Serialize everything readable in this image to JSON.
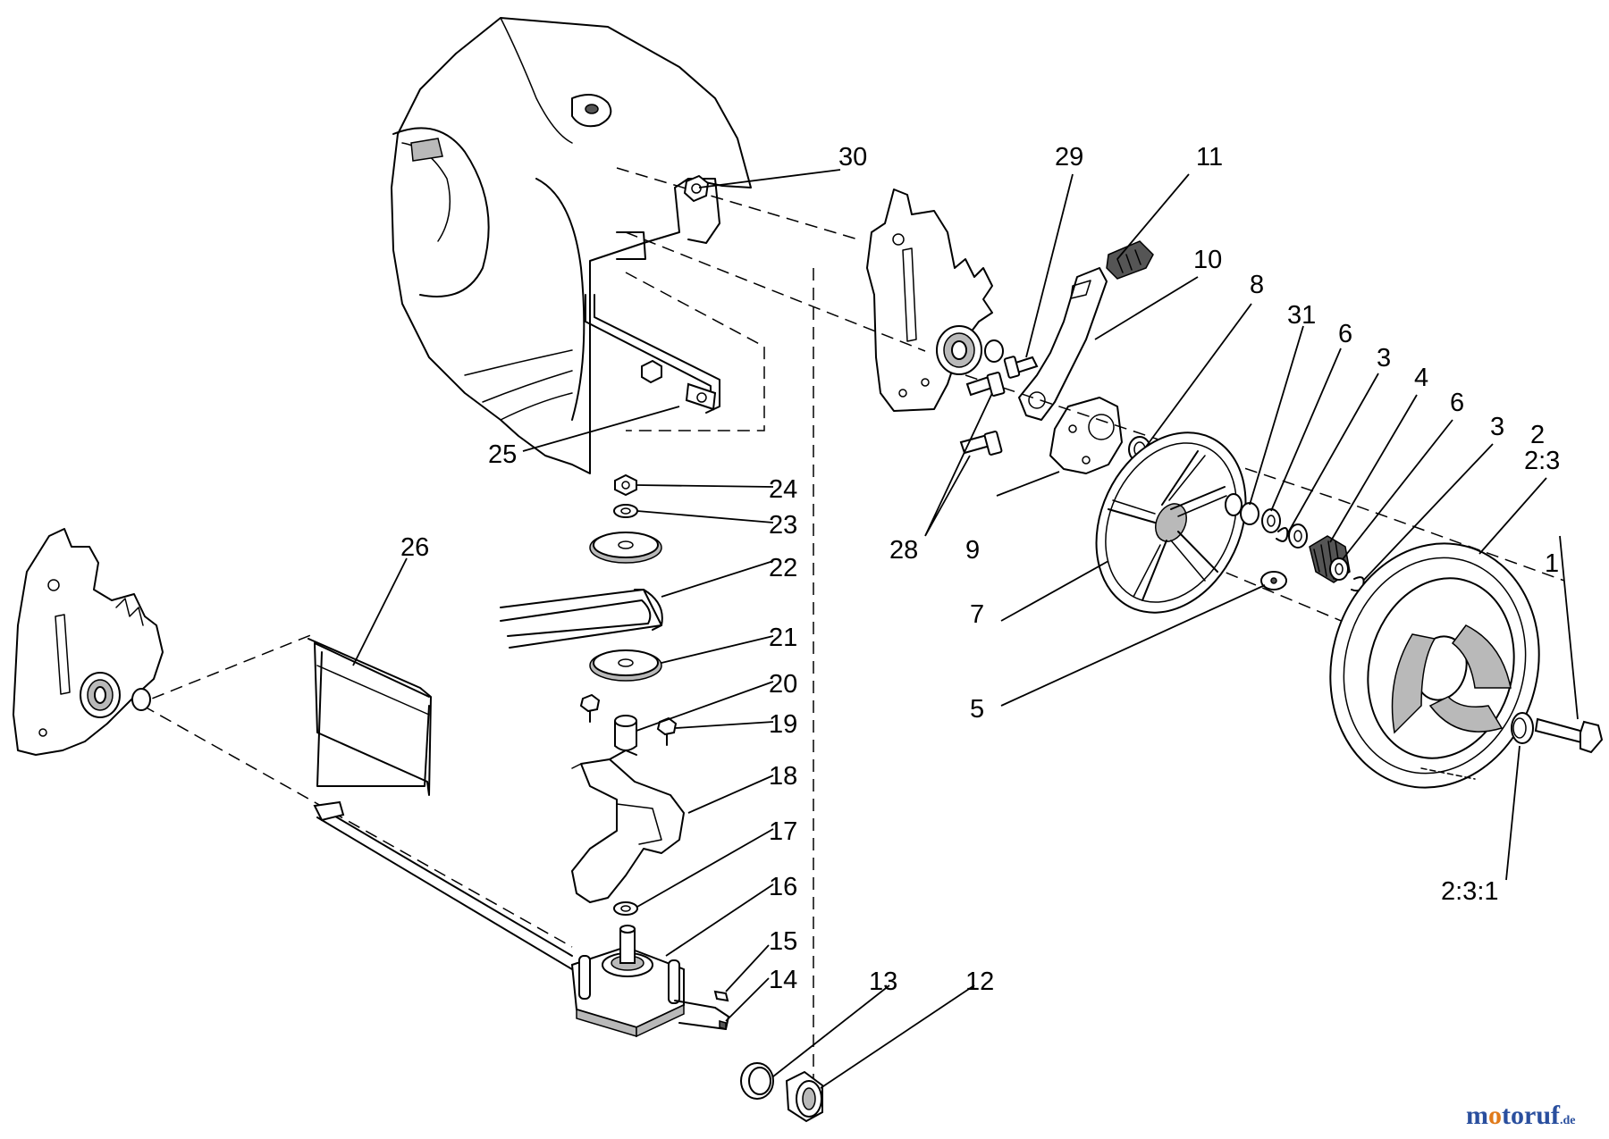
{
  "callouts": [
    {
      "id": "c1",
      "text": "1"
    },
    {
      "id": "c2",
      "text": "2"
    },
    {
      "id": "c2_3",
      "text": "2:3"
    },
    {
      "id": "c2_3_1",
      "text": "2:3:1"
    },
    {
      "id": "c3a",
      "text": "3"
    },
    {
      "id": "c3b",
      "text": "3"
    },
    {
      "id": "c4",
      "text": "4"
    },
    {
      "id": "c5",
      "text": "5"
    },
    {
      "id": "c6a",
      "text": "6"
    },
    {
      "id": "c6b",
      "text": "6"
    },
    {
      "id": "c7",
      "text": "7"
    },
    {
      "id": "c8",
      "text": "8"
    },
    {
      "id": "c9",
      "text": "9"
    },
    {
      "id": "c10",
      "text": "10"
    },
    {
      "id": "c11",
      "text": "11"
    },
    {
      "id": "c12",
      "text": "12"
    },
    {
      "id": "c13",
      "text": "13"
    },
    {
      "id": "c14",
      "text": "14"
    },
    {
      "id": "c15",
      "text": "15"
    },
    {
      "id": "c16",
      "text": "16"
    },
    {
      "id": "c17",
      "text": "17"
    },
    {
      "id": "c18",
      "text": "18"
    },
    {
      "id": "c19",
      "text": "19"
    },
    {
      "id": "c20",
      "text": "20"
    },
    {
      "id": "c21",
      "text": "21"
    },
    {
      "id": "c22",
      "text": "22"
    },
    {
      "id": "c23",
      "text": "23"
    },
    {
      "id": "c24",
      "text": "24"
    },
    {
      "id": "c25",
      "text": "25"
    },
    {
      "id": "c26",
      "text": "26"
    },
    {
      "id": "c28",
      "text": "28"
    },
    {
      "id": "c29",
      "text": "29"
    },
    {
      "id": "c30",
      "text": "30"
    },
    {
      "id": "c31",
      "text": "31"
    }
  ],
  "watermark": {
    "brand": "motoruf",
    "suffix": ".de",
    "colors": [
      "#2a4f9e",
      "#e07a1a",
      "#2a4f9e",
      "#2a4f9e",
      "#2a4f9e",
      "#2a4f9e",
      "#2a4f9e"
    ]
  }
}
